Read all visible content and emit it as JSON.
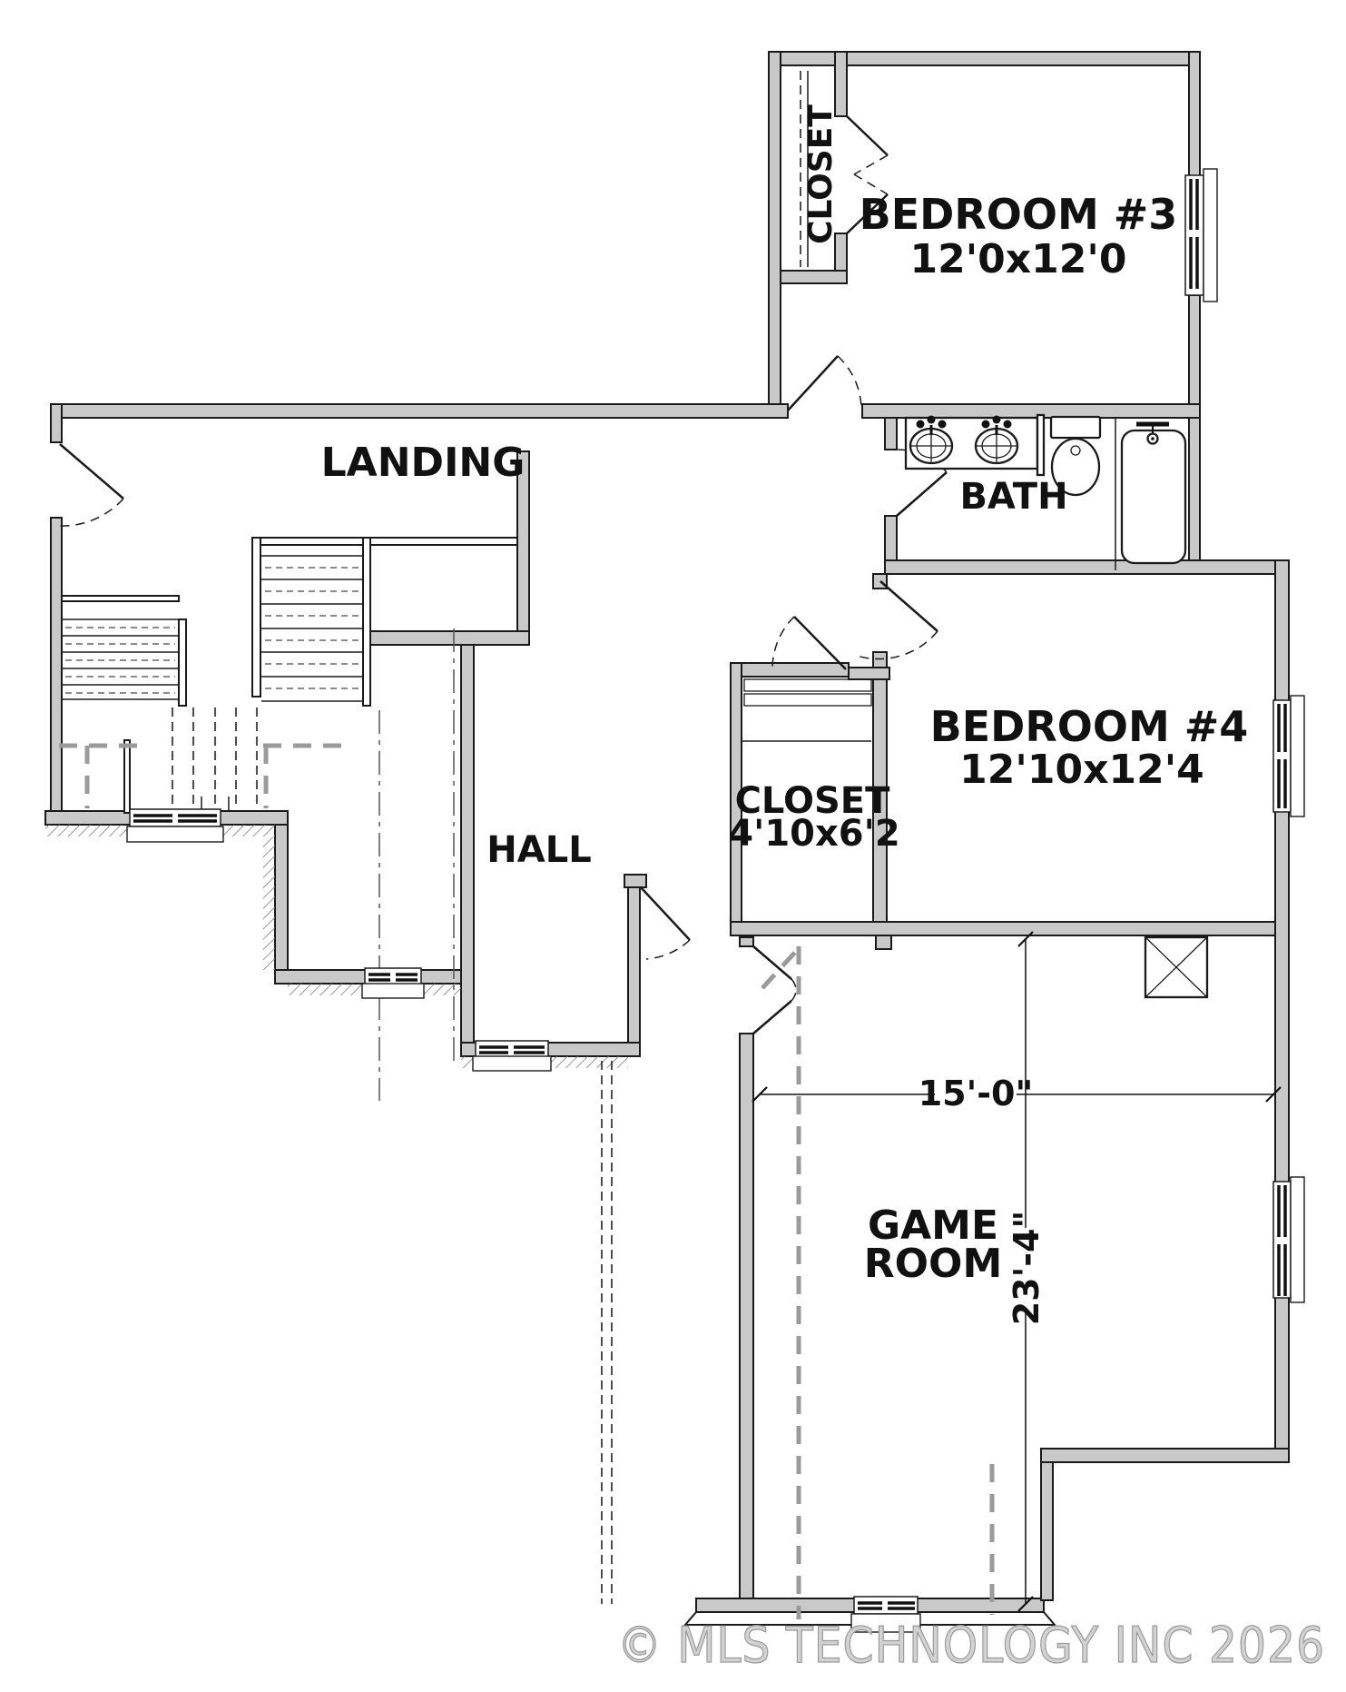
{
  "rooms": {
    "bedroom3": {
      "name": "BEDROOM #3",
      "dims": "12'0x12'0"
    },
    "bedroom3_closet": {
      "name": "CLOSET"
    },
    "landing": {
      "name": "LANDING"
    },
    "bath": {
      "name": "BATH"
    },
    "bedroom4": {
      "name": "BEDROOM #4",
      "dims": "12'10x12'4"
    },
    "closet": {
      "name": "CLOSET",
      "dims": "4'10x6'2"
    },
    "hall": {
      "name": "HALL"
    },
    "game_room": {
      "name_line1": "GAME",
      "name_line2": "ROOM"
    }
  },
  "dimensions": {
    "game_room_width": "15'-0\"",
    "game_room_depth": "23'-4\""
  },
  "watermark": "© MLS TECHNOLOGY INC 2026",
  "colors": {
    "wall_fill": "#c9c9c9",
    "line": "#1a1a1a",
    "roof_dash": "#9a9a9a",
    "watermark_fill": "#d2d2d2",
    "watermark_outline": "#9b9b9b"
  }
}
